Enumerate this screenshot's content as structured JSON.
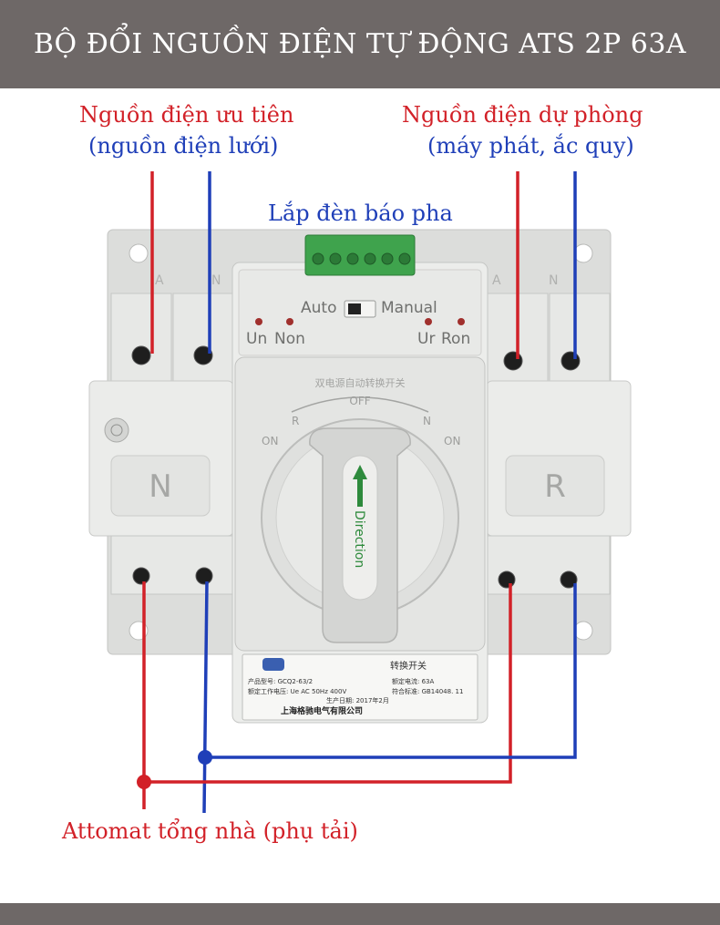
{
  "title": "BỘ ĐỔI NGUỒN ĐIỆN TỰ ĐỘNG ATS 2P 63A",
  "labels": {
    "primary_line1": "Nguồn điện ưu tiên",
    "primary_line2": "(nguồn điện lưới)",
    "backup_line1": "Nguồn điện dự phòng",
    "backup_line2": "(máy phát, ắc quy)",
    "indicator": "Lắp đèn báo pha",
    "load": "Attomat tổng nhà (phụ tải)"
  },
  "device": {
    "auto_label": "Auto",
    "manual_label": "Manual",
    "un_label": "Un",
    "non_label": "Non",
    "ur_label": "Ur",
    "ron_label": "Ron",
    "n_label": "N",
    "r_label": "R",
    "handle_text": "Direction",
    "dial_off": "OFF",
    "dial_on_left": "ON",
    "dial_on_right": "ON",
    "dial_r": "R",
    "dial_n": "N",
    "terminal_a_left": "A",
    "terminal_n_left": "N",
    "terminal_a_right": "A",
    "terminal_n_right": "N",
    "dial_chinese": "双电源自动转换开关",
    "nameplate": {
      "header": "转换开关",
      "model": "产品型号: GCQ2-63/2",
      "rated_current": "额定电流: 63A",
      "voltage": "额定工作电压: Ue AC 50Hz 400V",
      "standard": "符合标准: GB14048. 11",
      "date": "生产日期: 2017年2月",
      "maker": "上海格驰电气有限公司"
    }
  },
  "colors": {
    "banner": "#6e6867",
    "live_wire": "#d22128",
    "neutral_wire": "#1f3fb8",
    "terminal_block": "#3fa34d",
    "device_body": "#e3e4e2"
  }
}
